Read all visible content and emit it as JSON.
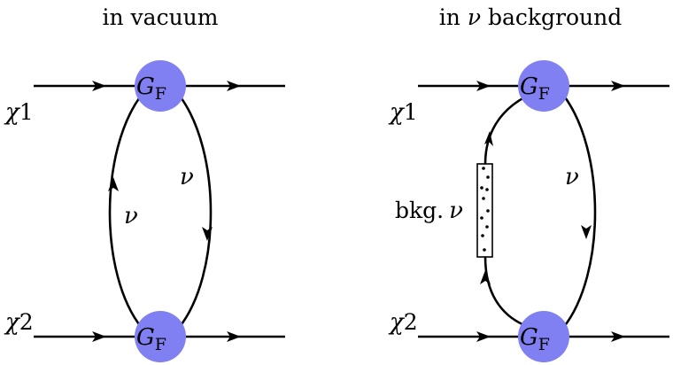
{
  "panels": [
    {
      "title": "in vacuum",
      "incoming_top": {
        "symbol": "χ",
        "subscript": "1"
      },
      "incoming_bottom": {
        "symbol": "χ",
        "subscript": "2"
      },
      "vertex_top": {
        "symbol": "G",
        "subscript": "F"
      },
      "vertex_bottom": {
        "symbol": "G",
        "subscript": "F"
      },
      "loop_left_label": "ν",
      "loop_right_label": "ν"
    },
    {
      "title_prefix": "in ",
      "title_symbol": "ν",
      "title_suffix": " background",
      "incoming_top": {
        "symbol": "χ",
        "subscript": "1"
      },
      "incoming_bottom": {
        "symbol": "χ",
        "subscript": "2"
      },
      "vertex_top": {
        "symbol": "G",
        "subscript": "F"
      },
      "vertex_bottom": {
        "symbol": "G",
        "subscript": "F"
      },
      "background_label_prefix": "bkg.",
      "background_label_symbol": "ν",
      "loop_right_label": "ν"
    }
  ],
  "colors": {
    "vertex": "#8080f2",
    "line": "#000000"
  }
}
